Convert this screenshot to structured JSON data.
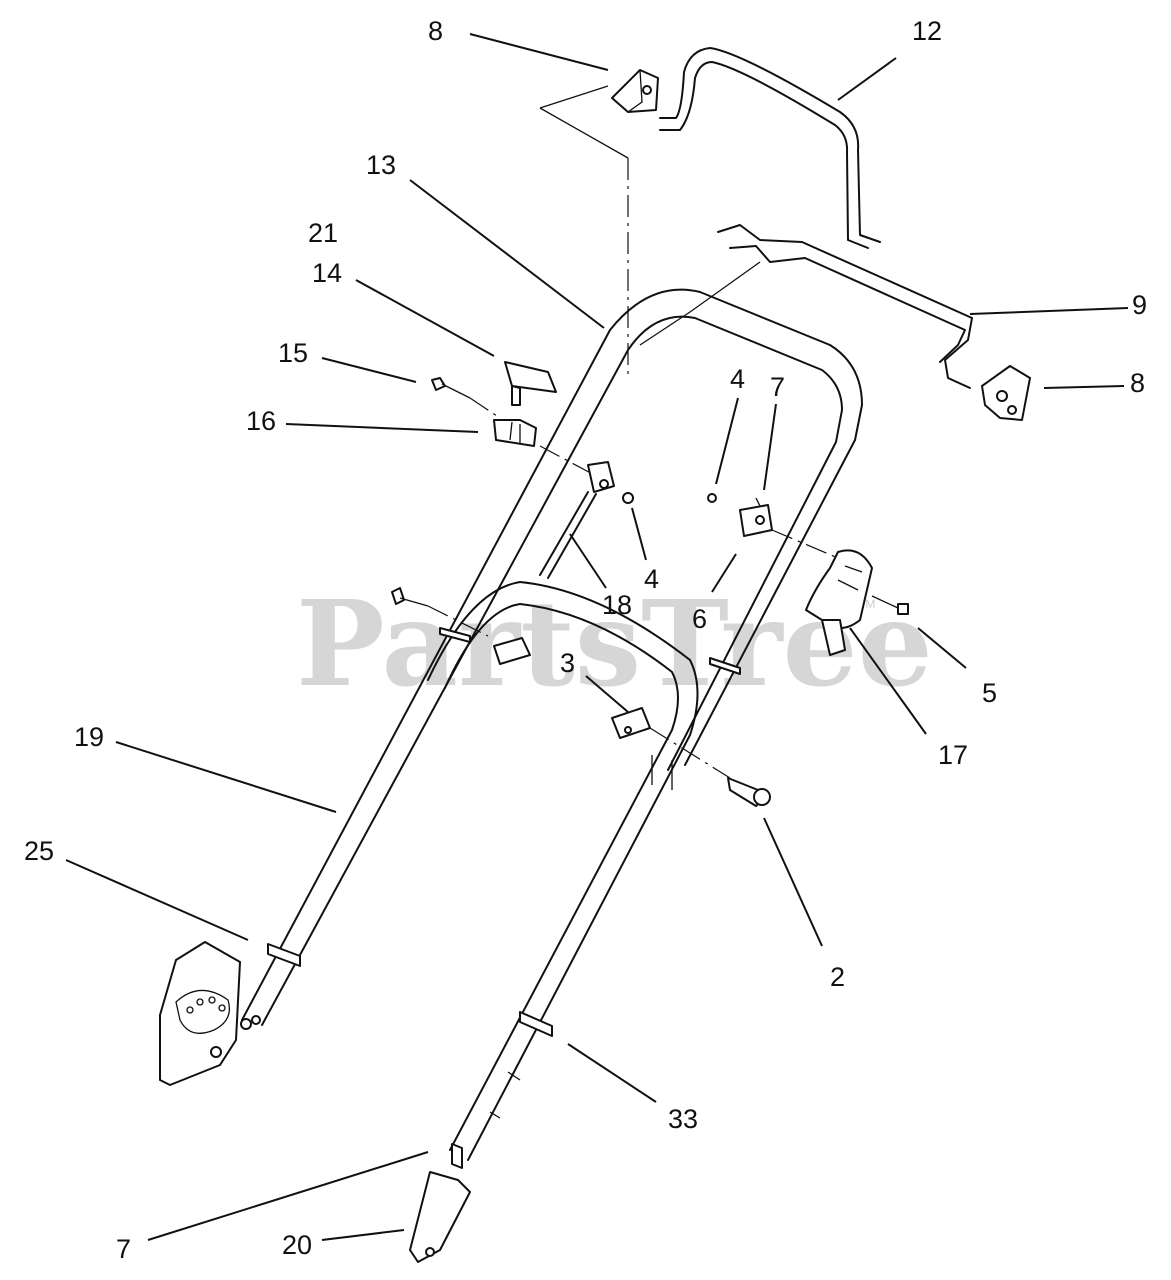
{
  "watermark": {
    "text": "PartsTree",
    "trademark": "TM"
  },
  "callouts": [
    {
      "id": "c8a",
      "label": "8"
    },
    {
      "id": "c12",
      "label": "12"
    },
    {
      "id": "c13",
      "label": "13"
    },
    {
      "id": "c21",
      "label": "21"
    },
    {
      "id": "c14",
      "label": "14"
    },
    {
      "id": "c15",
      "label": "15"
    },
    {
      "id": "c16",
      "label": "16"
    },
    {
      "id": "c9",
      "label": "9"
    },
    {
      "id": "c8b",
      "label": "8"
    },
    {
      "id": "c4a",
      "label": "4"
    },
    {
      "id": "c7a",
      "label": "7"
    },
    {
      "id": "c4b",
      "label": "4"
    },
    {
      "id": "c18",
      "label": "18"
    },
    {
      "id": "c6",
      "label": "6"
    },
    {
      "id": "c3",
      "label": "3"
    },
    {
      "id": "c5",
      "label": "5"
    },
    {
      "id": "c17",
      "label": "17"
    },
    {
      "id": "c19",
      "label": "19"
    },
    {
      "id": "c25",
      "label": "25"
    },
    {
      "id": "c2",
      "label": "2"
    },
    {
      "id": "c33",
      "label": "33"
    },
    {
      "id": "c7b",
      "label": "7"
    },
    {
      "id": "c20",
      "label": "20"
    }
  ]
}
